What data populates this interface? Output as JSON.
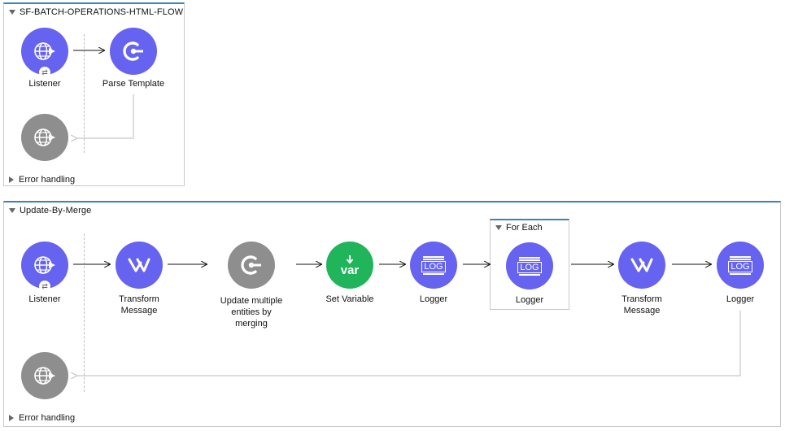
{
  "flow1": {
    "title": "SF-BATCH-OPERATIONS-HTML-FLOW",
    "nodes": {
      "listener": "Listener",
      "parse_template": "Parse Template"
    },
    "error_handling": "Error handling"
  },
  "flow2": {
    "title": "Update-By-Merge",
    "nodes": {
      "listener": "Listener",
      "transform1": "Transform\nMessage",
      "update": "Update multiple\nentities by\nmerging",
      "set_variable": "Set Variable",
      "logger1": "Logger",
      "foreach_title": "For Each",
      "logger2": "Logger",
      "transform2": "Transform\nMessage",
      "logger3": "Logger"
    },
    "error_handling": "Error handling"
  },
  "icon_text": {
    "var": "var",
    "log": "LOG"
  },
  "colors": {
    "purple": "#6563f0",
    "gray": "#8e8e8e",
    "green": "#20b55a",
    "accent": "#3b82c4"
  },
  "icons": [
    "globe-arrow-icon",
    "connector-c-icon",
    "transform-icon",
    "var-icon",
    "log-icon",
    "refresh-badge-icon"
  ]
}
